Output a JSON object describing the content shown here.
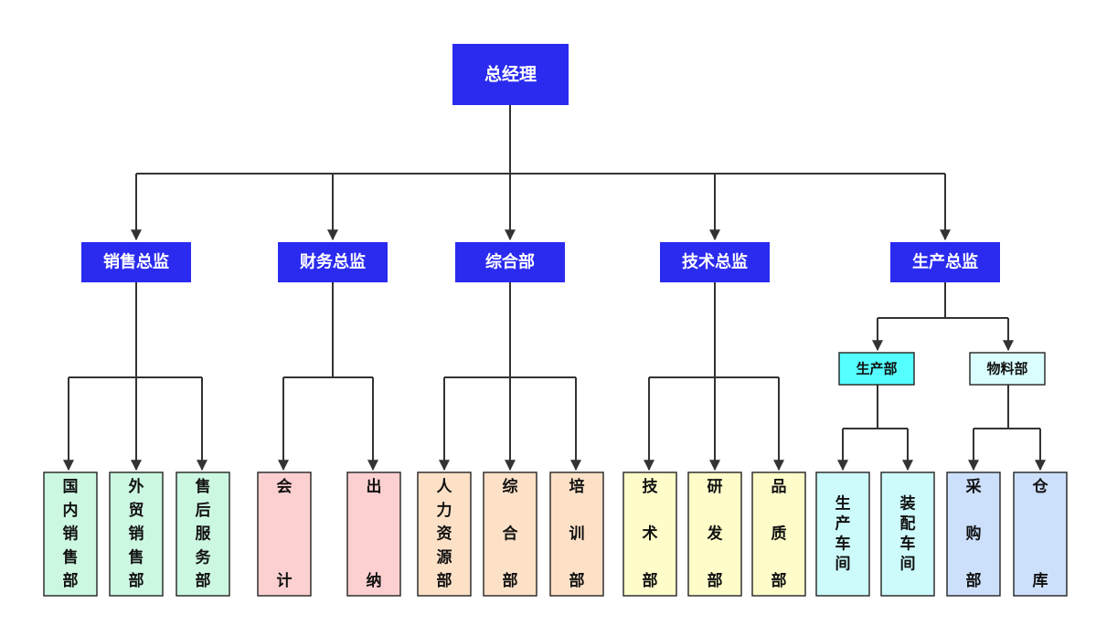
{
  "org_chart": {
    "root": {
      "id": "gm",
      "label": "总经理"
    },
    "directors": [
      {
        "id": "sales",
        "label": "销售总监",
        "units": [
          {
            "label": "国内销售部"
          },
          {
            "label": "外贸销售部"
          },
          {
            "label": "售后服务部"
          }
        ]
      },
      {
        "id": "finance",
        "label": "财务总监",
        "units": [
          {
            "label": "会计"
          },
          {
            "label": "出纳"
          }
        ]
      },
      {
        "id": "general",
        "label": "综合部",
        "units": [
          {
            "label": "人力资源部"
          },
          {
            "label": "综合部"
          },
          {
            "label": "培训部"
          }
        ]
      },
      {
        "id": "tech",
        "label": "技术总监",
        "units": [
          {
            "label": "技术部"
          },
          {
            "label": "研发部"
          },
          {
            "label": "品质部"
          }
        ]
      },
      {
        "id": "production",
        "label": "生产总监",
        "sub_departments": [
          {
            "label": "生产部",
            "units": [
              {
                "label": "生产车间"
              },
              {
                "label": "装配车间"
              }
            ]
          },
          {
            "label": "物料部",
            "units": [
              {
                "label": "采购部"
              },
              {
                "label": "仓库"
              }
            ]
          }
        ]
      }
    ]
  },
  "colors": {
    "root_fill": "#2b2bef",
    "director_fill": "#2b2bef",
    "director_text": "#ffffff",
    "sales_fill": "#ccf7e1",
    "sales_stroke": "#1e1e1e",
    "finance_fill": "#fcd0d0",
    "general_fill": "#fde1c7",
    "tech_fill": "#fefcc8",
    "workshop_fill": "#cdfafb",
    "material_fill": "#cce0fc",
    "prod_dept_fill": "#55ffff",
    "material_dept_fill": "#dafefe",
    "line": "#333333"
  }
}
